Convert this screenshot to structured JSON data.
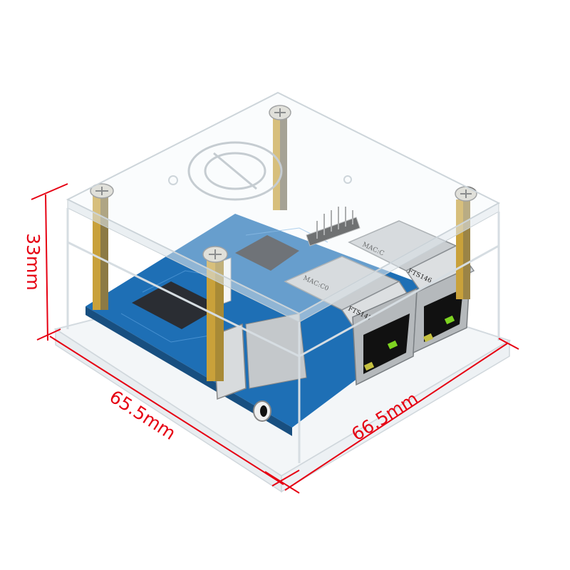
{
  "product": {
    "description": "Transparent acrylic case with single-board computer (dual Ethernet, USB)",
    "colors": {
      "dimension_line": "#e60012",
      "pcb": "#1e6fb5",
      "brass": "#c9a13a",
      "acrylic_edge": "#dfe6ea",
      "background": "#ffffff"
    }
  },
  "dimensions": {
    "height": {
      "label": "33mm",
      "value": 33,
      "unit": "mm"
    },
    "length_left": {
      "label": "65.5mm",
      "value": 65.5,
      "unit": "mm"
    },
    "length_right": {
      "label": "66.5mm",
      "value": 66.5,
      "unit": "mm"
    }
  },
  "board_labels": {
    "port_left_top": "MAC:C0",
    "port_right_top": "MAC:C",
    "port_left_serial": "FTS147",
    "port_right_serial": "FTS146"
  }
}
